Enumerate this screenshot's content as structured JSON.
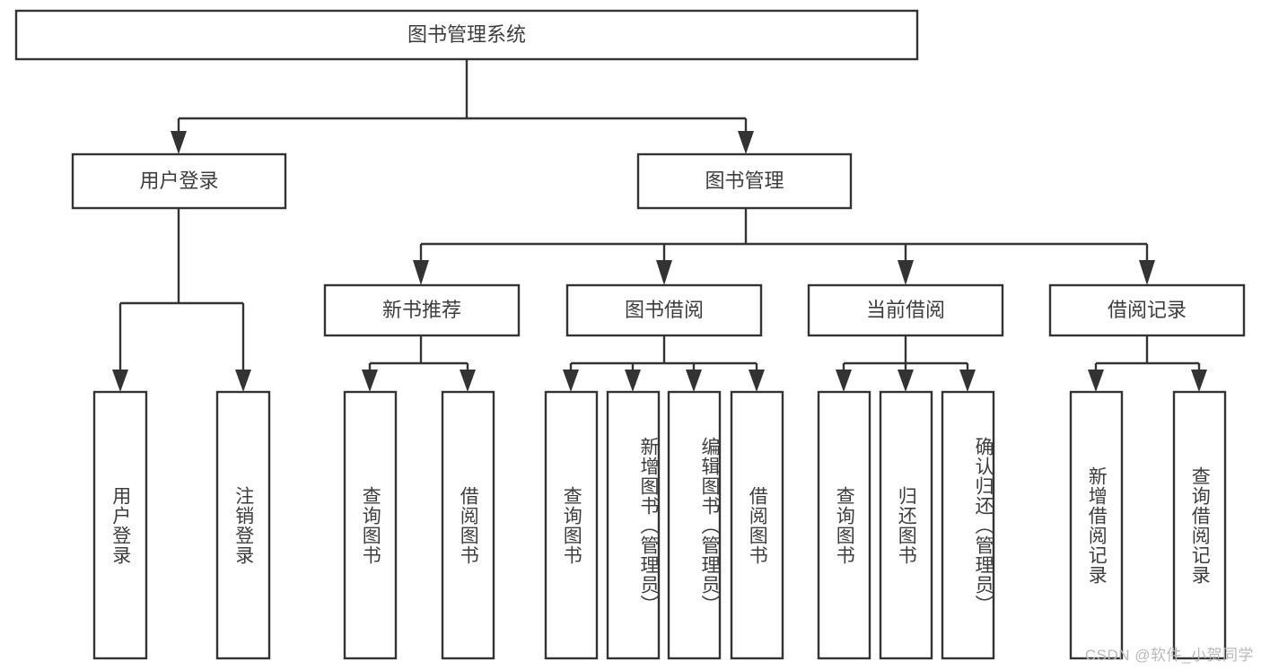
{
  "diagram": {
    "type": "tree",
    "title": "图书管理系统",
    "watermark": "CSDN @软件_小贺同学",
    "colors": {
      "stroke": "#333333",
      "text": "#3d3d3d",
      "background": "#ffffff",
      "watermark": "#b8b8b8"
    },
    "root": {
      "label": "图书管理系统",
      "level": 0
    },
    "level1": [
      {
        "label": "用户登录"
      },
      {
        "label": "图书管理"
      }
    ],
    "level2": [
      {
        "label": "新书推荐"
      },
      {
        "label": "图书借阅"
      },
      {
        "label": "当前借阅"
      },
      {
        "label": "借阅记录"
      }
    ],
    "leaves": {
      "user_login": [
        {
          "label": "用户登录"
        },
        {
          "label": "注销登录"
        }
      ],
      "new_book_recommend": [
        {
          "label": "查询图书"
        },
        {
          "label": "借阅图书"
        }
      ],
      "book_borrow": [
        {
          "label": "查询图书"
        },
        {
          "label": "新增图书（管理员）"
        },
        {
          "label": "编辑图书（管理员）"
        },
        {
          "label": "借阅图书"
        }
      ],
      "current_borrow": [
        {
          "label": "查询图书"
        },
        {
          "label": "归还图书"
        },
        {
          "label": "确认归还（管理员）"
        }
      ],
      "borrow_record": [
        {
          "label": "新增借阅记录"
        },
        {
          "label": "查询借阅记录"
        }
      ]
    }
  }
}
